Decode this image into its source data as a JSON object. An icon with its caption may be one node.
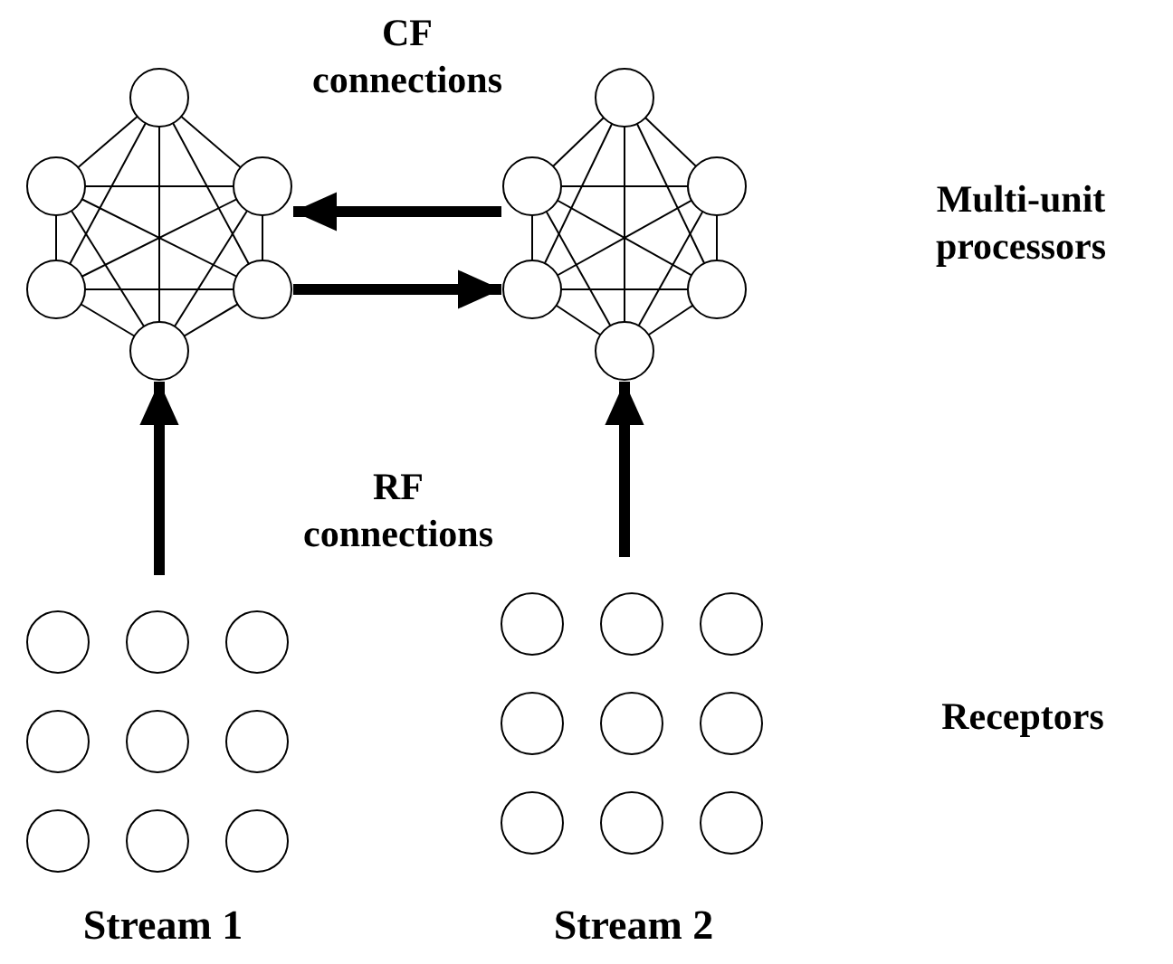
{
  "diagram": {
    "nodes": [
      {
        "text": [],
        "shape": "picture"
      },
      {
        "text": [],
        "shape": "picture"
      },
      {
        "text": [],
        "shape": "picture",
        "beside": [
          "Stream 1"
        ]
      },
      {
        "text": [],
        "shape": "picture",
        "beside": [
          "Stream 2"
        ]
      }
    ],
    "edges": [
      {
        "from": 1,
        "to": 0,
        "arrow": "to"
      },
      {
        "from": 0,
        "to": 1,
        "arrow": "to"
      },
      {
        "from": 2,
        "to": 0,
        "arrow": "to"
      },
      {
        "from": 3,
        "to": 1,
        "arrow": "to"
      }
    ],
    "labels": [
      "CF connections",
      "Multi-unit processors",
      "RF connections",
      "Receptors"
    ]
  }
}
